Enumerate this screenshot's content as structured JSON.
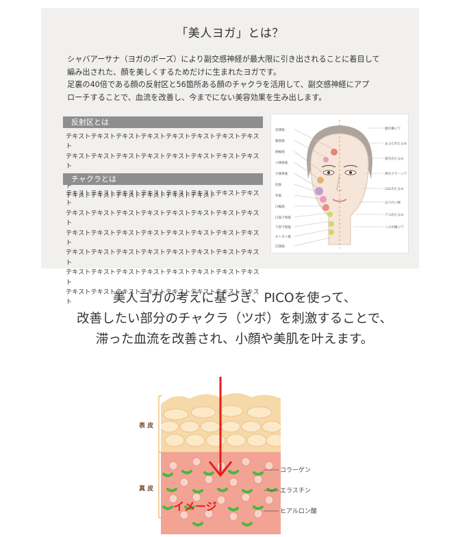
{
  "panel": {
    "title": "「美人ヨガ」とは？",
    "intro": [
      "シャバアーサナ（ヨガのポーズ）により副交感神経が最大限に引き出されることに着目して",
      "編み出された、顔を美しくするためだけに生まれたヨガです。",
      "足裏の40倍である顔の反射区と56箇所ある顔のチャクラを活用して、副交感神経にアプ",
      "ローチすることで、血流を改善し、今までにない美容効果を生み出します。"
    ],
    "sections": [
      {
        "title": "反射区とは",
        "lines": [
          "テキストテキストテキストテキストテキストテキストテキストテキスト",
          "テキストテキストテキストテキストテキストテキストテキストテキスト",
          "テキストテキストテキストテキストテキストテキストテキストテキスト",
          "テキストテキストテキストテキストテキストテキスト"
        ]
      },
      {
        "title": "チャクラとは",
        "lines": [
          "テキストテキストテキストテキストテキストテキストテキストテキスト",
          "テキストテキストテキストテキストテキストテキストテキストテキスト",
          "テキストテキストテキストテキストテキストテキストテキストテキスト",
          "テキストテキストテキストテキストテキストテキストテキストテキスト",
          "テキストテキストテキストテキストテキストテキストテキストテキスト",
          "テキストテキストテキストテキストテキストテキストテキストテキスト"
        ]
      }
    ]
  },
  "face_diagram": {
    "icon": "face-chart-illustration",
    "labels_right": [
      "額の横ジワ",
      "まぶたのたるみ",
      "目元のたるみ",
      "目のクマ・シワ",
      "ほほのたるみ",
      "ほうれい線",
      "アゴのたるみ",
      "くびの横ジワ"
    ],
    "labels_left": [
      "前頭筋",
      "皺眉筋",
      "眼輪筋",
      "小頬骨筋",
      "大頬骨筋",
      "咬筋",
      "笑筋",
      "口輪筋",
      "口角下制筋",
      "下唇下制筋",
      "オトガイ筋",
      "広頸筋"
    ],
    "dot_colors": [
      "#e46a5f",
      "#e9a24a",
      "#d0d65a",
      "#b27bd1",
      "#e888b8"
    ]
  },
  "lead": [
    "美人ヨガの考えに基づき、PICOを使って、",
    "改善したい部分のチャクラ（ツボ）を刺激することで、",
    "滞った血流を改善され、小顔や美肌を叶えます。"
  ],
  "skin": {
    "layer_epidermis": "表 皮",
    "layer_dermis": "真 皮",
    "legend": [
      "コラーゲン",
      "エラスチン",
      "ヒアルロン酸"
    ],
    "image_note": "イメージ",
    "colors": {
      "epidermis": "#f6d9a8",
      "dermis": "#f2a394",
      "arrow": "#e51c1c",
      "elastin": "#48b83f"
    }
  }
}
